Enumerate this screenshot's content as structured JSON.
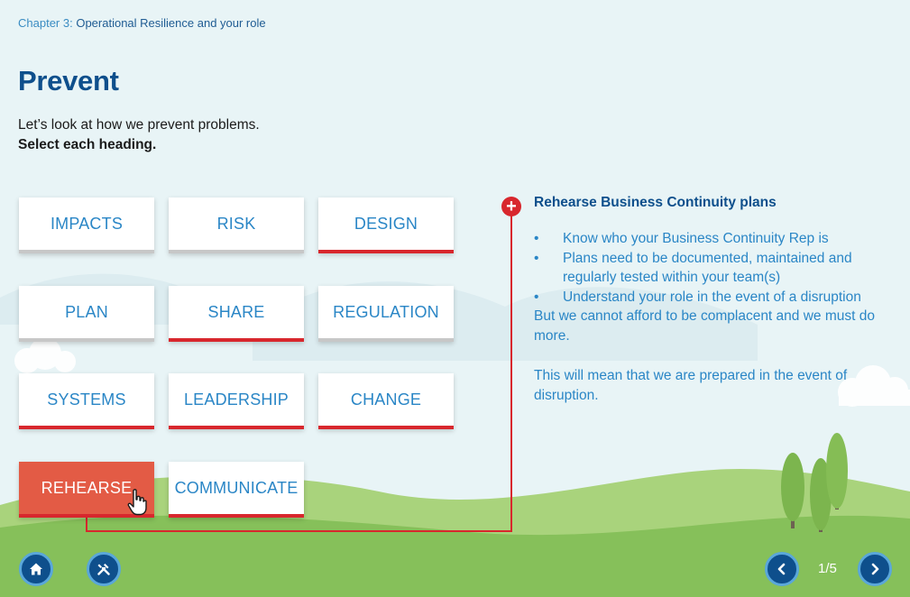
{
  "header": {
    "chapter_prefix": "Chapter 3:",
    "chapter_title": "Operational Resilience and your role"
  },
  "page": {
    "title": "Prevent",
    "intro_line": "Let’s look at how we prevent problems.",
    "instruction": "Select each heading."
  },
  "tiles": [
    {
      "label": "IMPACTS",
      "state": "unvisited"
    },
    {
      "label": "RISK",
      "state": "unvisited"
    },
    {
      "label": "DESIGN",
      "state": "visited"
    },
    {
      "label": "PLAN",
      "state": "unvisited"
    },
    {
      "label": "SHARE",
      "state": "visited"
    },
    {
      "label": "REGULATION",
      "state": "unvisited"
    },
    {
      "label": "SYSTEMS",
      "state": "visited"
    },
    {
      "label": "LEADERSHIP",
      "state": "visited"
    },
    {
      "label": "CHANGE",
      "state": "visited"
    },
    {
      "label": "REHEARSE",
      "state": "active"
    },
    {
      "label": "COMMUNICATE",
      "state": "visited"
    }
  ],
  "panel": {
    "title": "Rehearse Business Continuity plans",
    "bullets": [
      "Know who your Business Continuity Rep is",
      "Plans need to be documented, maintained and regularly tested within your team(s)",
      "Understand your role in the event of a disruption"
    ],
    "continuation": "But we cannot afford to be complacent and we must do more.",
    "footer": "This will mean that we are prepared in the event of disruption."
  },
  "footer": {
    "home_icon": "home-icon",
    "tools_icon": "tools-icon",
    "prev_icon": "chevron-left-icon",
    "next_icon": "chevron-right-icon",
    "page_count": "1/5"
  },
  "colors": {
    "title": "#0e4f8c",
    "tile_text": "#2a86c6",
    "accent_red": "#d8272d",
    "active_tile": "#e35b45",
    "nav_button": "#0e4f8c",
    "hill_back": "#a9d37c",
    "hill_front": "#86c05a"
  }
}
